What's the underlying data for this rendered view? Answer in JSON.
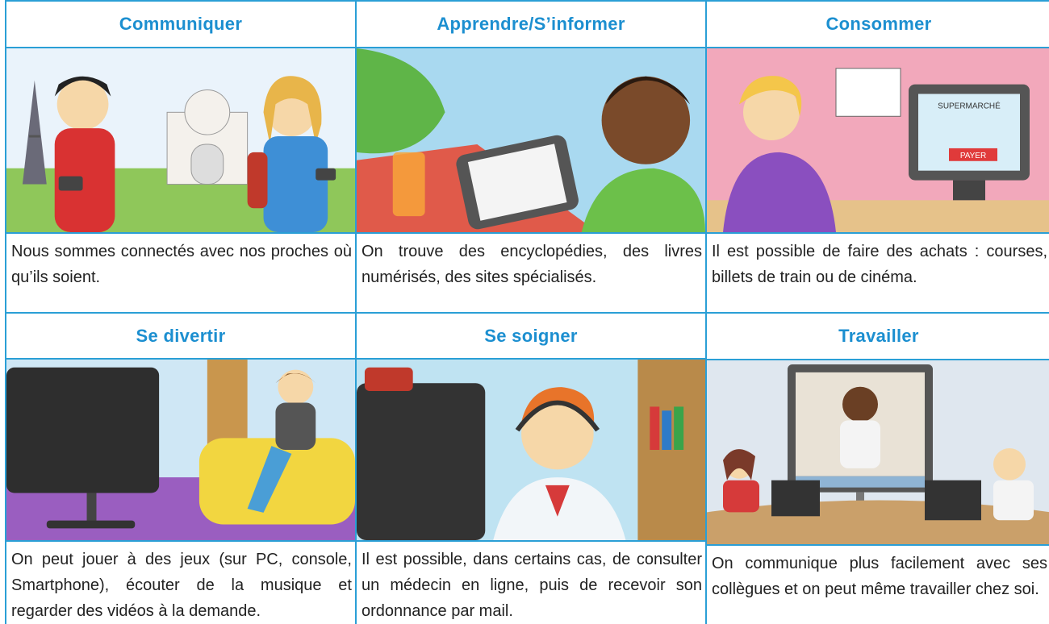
{
  "cards": [
    {
      "title": "Communiquer",
      "text": "Nous sommes connectés avec nos proches où qu’ils soient.",
      "illustration": "two-people-with-phones-landmarks"
    },
    {
      "title": "Apprendre/S’informer",
      "text": "On trouve des encyclopédies, des livres numérisés, des sites spécialisés.",
      "illustration": "boy-reading-tablet"
    },
    {
      "title": "Consommer",
      "text": "Il est possible de faire des achats : courses, billets de train ou de cinéma.",
      "illustration": "woman-shopping-online",
      "screen_labels": [
        "SUPERMARCHÉ",
        "PAYER"
      ]
    },
    {
      "title": "Se divertir",
      "text": "On peut jouer à des jeux (sur PC, console, Smartphone), écouter de la musique et regarder des vidéos à la demande.",
      "illustration": "man-on-sofa-watching-screen"
    },
    {
      "title": "Se soigner",
      "text": "Il est possible, dans certains cas, de consulter un médecin en ligne, puis de recevoir son ordonnance par mail.",
      "illustration": "doctor-on-webcam"
    },
    {
      "title": "Travailler",
      "text": "On communique plus facilement avec ses collègues et on peut même travailler chez soi.",
      "illustration": "video-conference-meeting"
    }
  ],
  "colors": {
    "accent": "#1c8fd0",
    "border": "#2a9fd6",
    "text": "#222222"
  }
}
